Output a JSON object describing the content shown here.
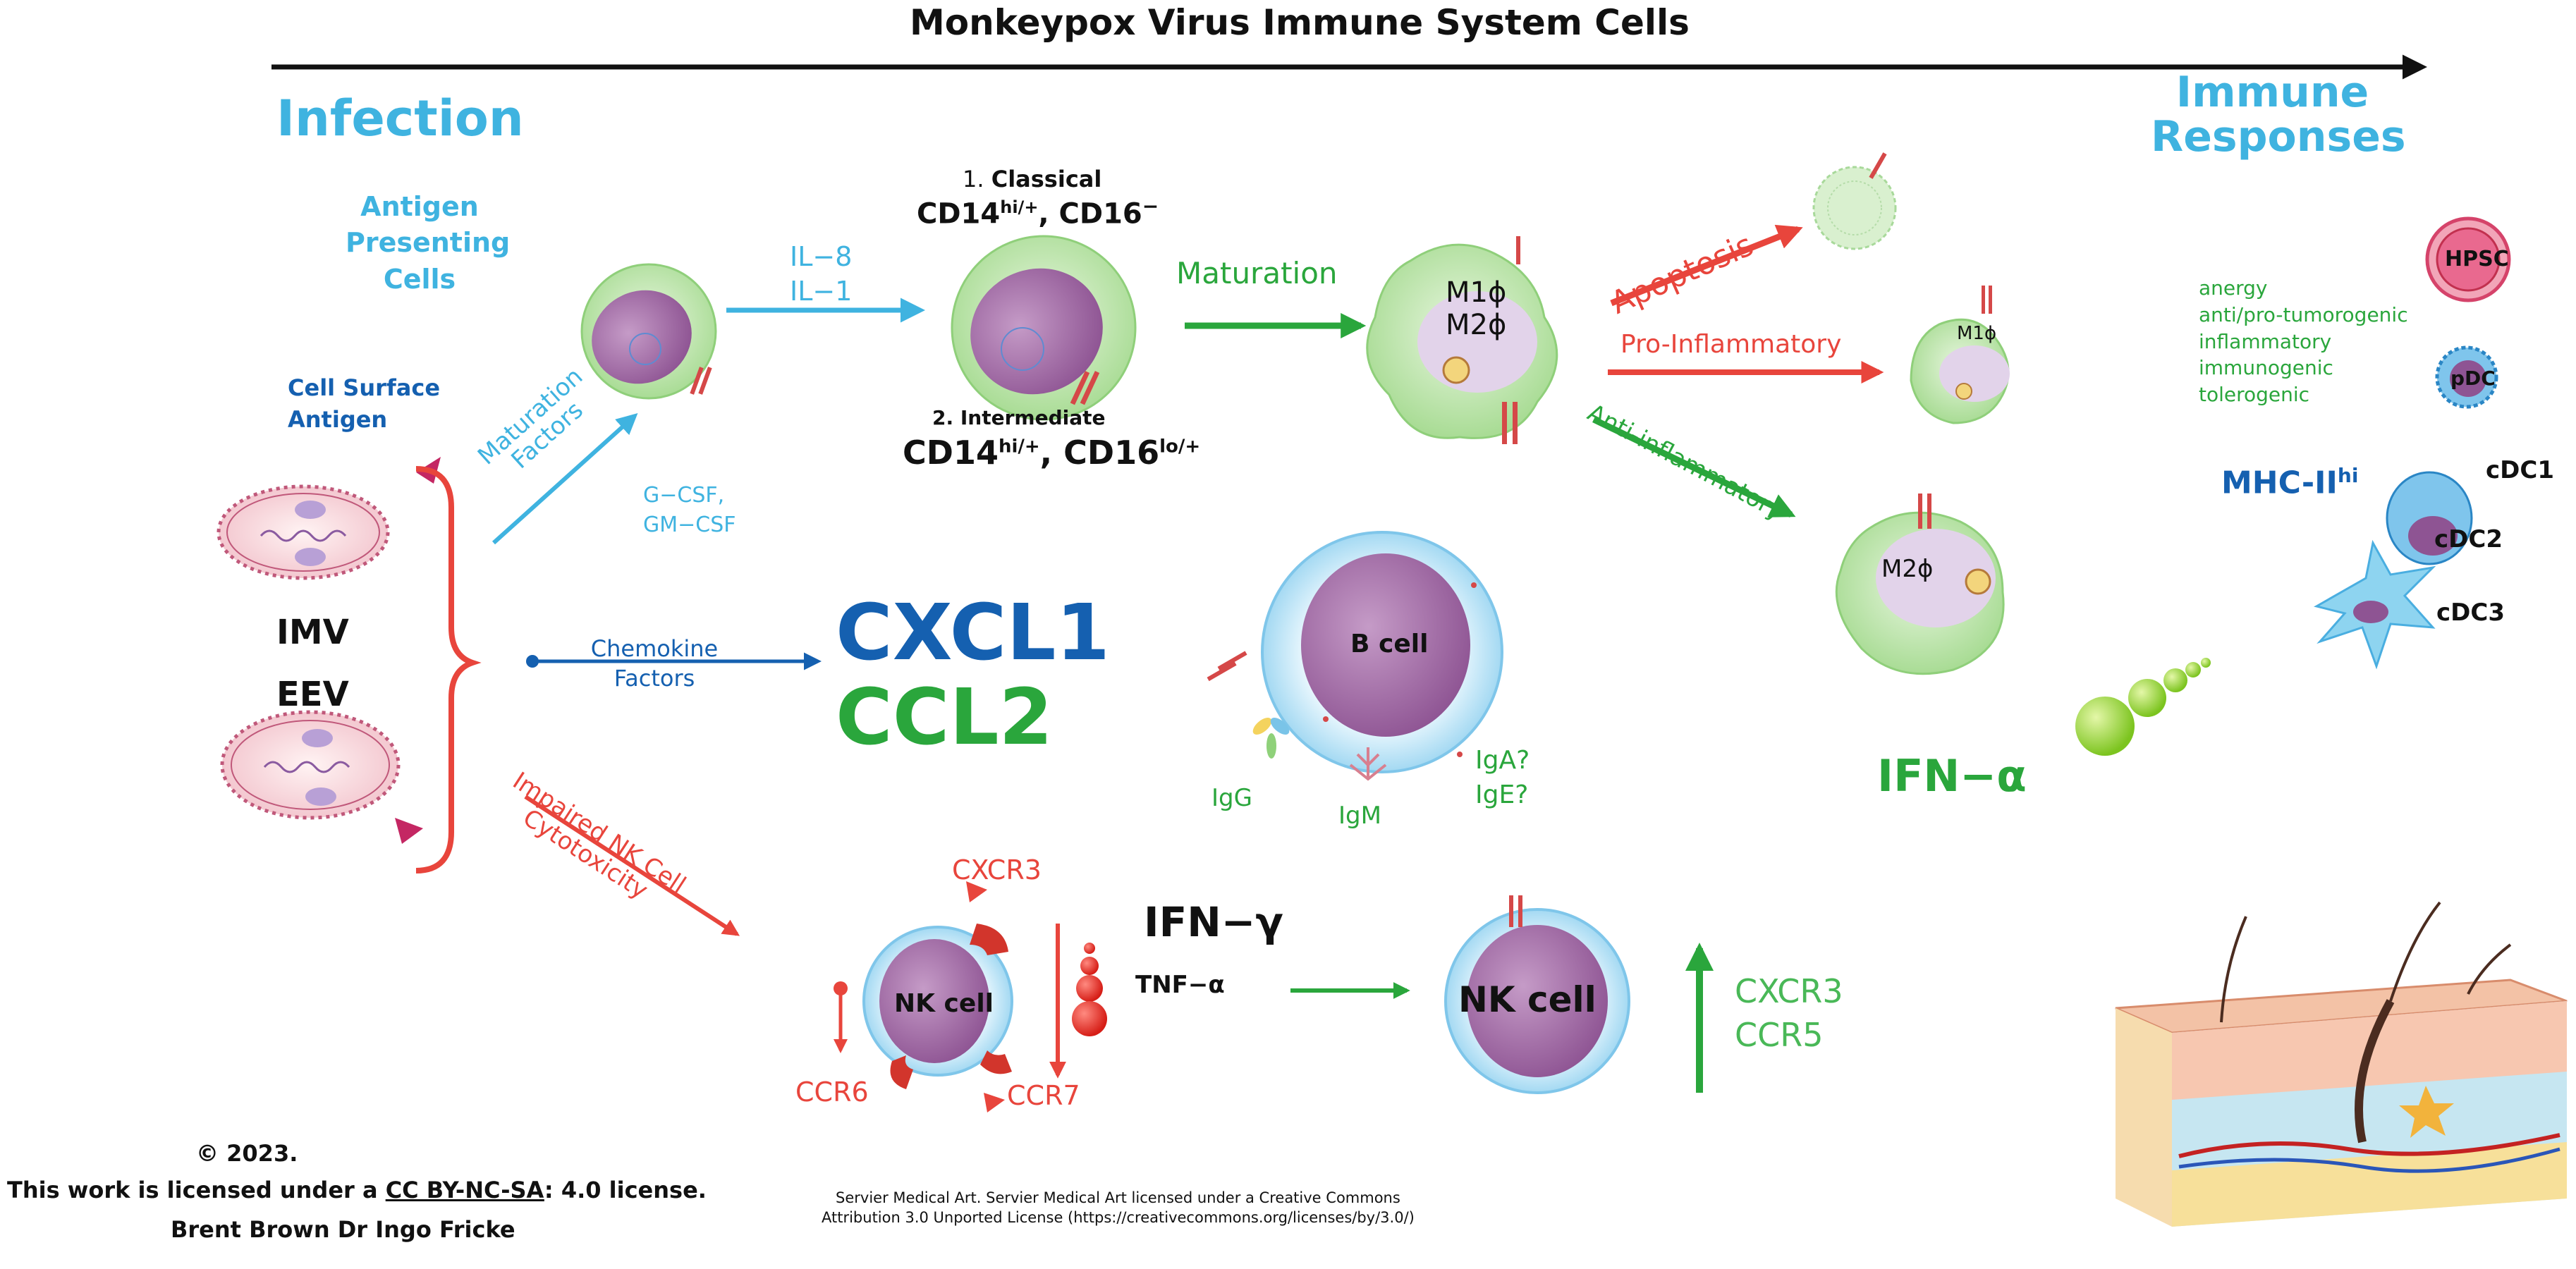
{
  "title": "Monkeypox Virus Immune System Cells",
  "colors": {
    "light_blue": "#3fb3e0",
    "dark_blue": "#1560b0",
    "green": "#2aa63c",
    "light_green": "#49b857",
    "red": "#e8453c",
    "black": "#111111"
  },
  "labels": {
    "infection": "Infection",
    "immune_responses": "Immune\nResponses",
    "apc": "Antigen\nPresenting\nCells",
    "cell_surface_antigen": "Cell Surface\nAntigen",
    "imv": "IMV",
    "eev": "EEV",
    "maturation_factors": "Maturation\nFactors",
    "csf": "G−CSF,\nGM−CSF",
    "il": "IL−8\nIL−1",
    "classical_num": "1.",
    "classical": "Classical",
    "classical_cd": "CD14",
    "classical_cd_sup": "hi/+",
    "classical_cd16": ", CD16",
    "classical_cd16_sup": "−",
    "intermediate": "2. Intermediate",
    "intermediate_cd": "CD14",
    "intermediate_cd_sup": "hi/+",
    "intermediate_cd16": ", CD16",
    "intermediate_cd16_sup": "lo/+",
    "maturation": "Maturation",
    "m1_m2": "M1ϕ\nM2ϕ",
    "apoptosis": "Apoptosis",
    "pro_inflammatory": "Pro-Inflammatory",
    "anti_inflammatory": "Anti-inflammatory",
    "m1_small": "M1ϕ",
    "m2_small": "M2ϕ",
    "dc_functions": "anergy\nanti/pro-tumorogenic\ninflammatory\nimmunogenic\ntolerogenic",
    "hpsc": "HPSC",
    "pdc": "pDC",
    "mhc": "MHC-II",
    "mhc_sup": "hi",
    "cdc1": "cDC1",
    "cdc2": "cDC2",
    "cdc3": "cDC3",
    "chemokine": "Chemokine\nFactors",
    "cxcl1": "CXCL1",
    "ccl2": "CCL2",
    "b_cell": "B cell",
    "igg": "IgG",
    "igm": "IgM",
    "iga_ige": "IgA?\nIgE?",
    "ifn_alpha": "IFN−α",
    "impaired_nk": "Impaired NK Cell\nCytotoxicity",
    "cxcr3_top": "CXCR3",
    "ccr6": "CCR6",
    "ccr7": "CCR7",
    "nk_cell_small": "NK cell",
    "ifn_gamma": "IFN−γ",
    "tnf_alpha": "TNF−α",
    "nk_cell_large": "NK  cell",
    "cxcr3_ccr5": "CXCR3\nCCR5"
  },
  "footer": {
    "copyright": "© 2023.",
    "license_prefix": "This work is licensed under a ",
    "license_link": "CC BY-NC-SA",
    "license_suffix": ": 4.0 license.",
    "authors": "Brent Brown Dr Ingo Fricke",
    "servier": "Servier Medical Art. Servier Medical Art licensed under a Creative Commons\nAttribution 3.0 Unported License (https://creativecommons.org/licenses/by/3.0/)"
  }
}
